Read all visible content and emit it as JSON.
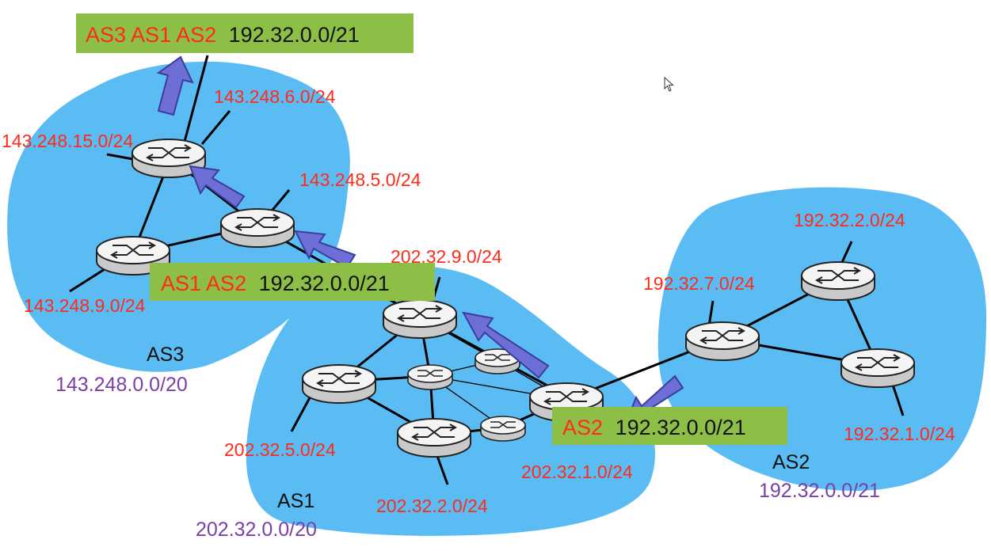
{
  "colors": {
    "cloud": "#5bbcf3",
    "prefix_red": "#ff2a1a",
    "as_prefix_purple": "#7a3fa8",
    "banner_green": "#8dbf47",
    "arrow_fill": "#6d6fd6",
    "arrow_stroke": "#3b3d9c",
    "router_fill": "#f4f4f4"
  },
  "as3": {
    "name": "AS3",
    "prefix": "143.248.0.0/20",
    "subnets": [
      "143.248.6.0/24",
      "143.248.15.0/24",
      "143.248.5.0/24",
      "143.248.9.0/24"
    ]
  },
  "as1": {
    "name": "AS1",
    "prefix": "202.32.0.0/20",
    "subnets": [
      "202.32.9.0/24",
      "202.32.5.0/24",
      "202.32.2.0/24",
      "202.32.1.0/24"
    ]
  },
  "as2": {
    "name": "AS2",
    "prefix": "192.32.0.0/21",
    "subnets": [
      "192.32.2.0/24",
      "192.32.7.0/24",
      "192.32.1.0/24"
    ]
  },
  "banners": [
    {
      "path": "AS3 AS1 AS2",
      "prefix": "192.32.0.0/21"
    },
    {
      "path": "AS1 AS2",
      "prefix": "192.32.0.0/21"
    },
    {
      "path": "AS2",
      "prefix": "192.32.0.0/21"
    }
  ],
  "icons": {
    "router": "router-icon",
    "arrow": "advertisement-arrow-icon",
    "cursor": "mouse-cursor-icon"
  }
}
